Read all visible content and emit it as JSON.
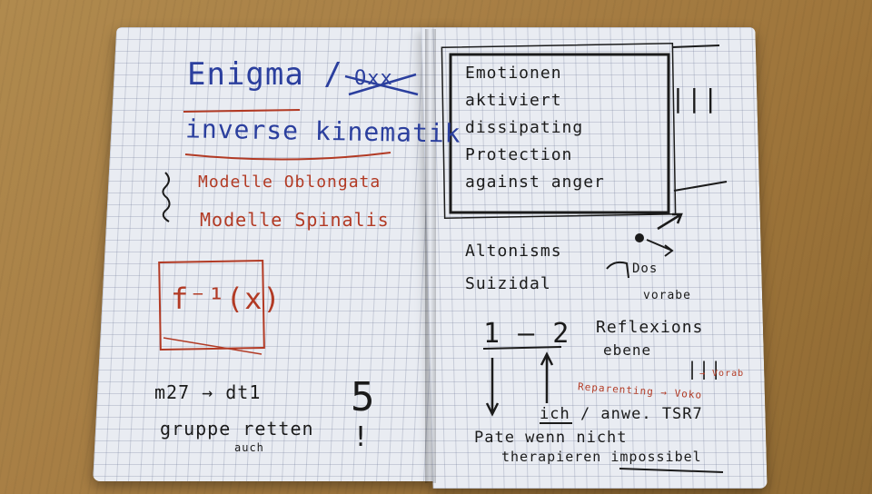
{
  "left_page": {
    "title": "Enigma /",
    "title_crossed": "Oxx",
    "subtitle": "inverse kinematik",
    "list_item_1": "Modelle Oblongata",
    "list_item_2": "Modelle Spinalis",
    "formula": "f⁻¹(x)",
    "note_line_1": "m27 → dt1",
    "note_line_2": "gruppe retten",
    "note_small": "auch",
    "exclamation": "!",
    "margin_mark": "5"
  },
  "right_page": {
    "box_lines": [
      "Emotionen",
      "aktiviert",
      "dissipating",
      "Protection",
      "against anger"
    ],
    "tally": "|||",
    "note_1": "Altonisms",
    "note_2": "Suizidal",
    "arrow_label": "Dos",
    "arrow_label_2": "vorabe",
    "sequence": "1 – 2",
    "reflexion_1": "Reflexions",
    "reflexion_2": "ebene",
    "reflexion_marks": "|||",
    "reflexion_marks_red": "→ Vorab",
    "red_note": "Reparenting → Voko",
    "ich_line": "ich / anwe. TSR7",
    "bottom_1": "Pate wenn nicht",
    "bottom_2": "therapieren impossibel"
  },
  "colors": {
    "ink_blue": "#2b3f9e",
    "ink_red": "#b23a24",
    "ink_black": "#1b1b1b",
    "paper": "#e9ecf2",
    "table_wood": "#a87f45"
  }
}
